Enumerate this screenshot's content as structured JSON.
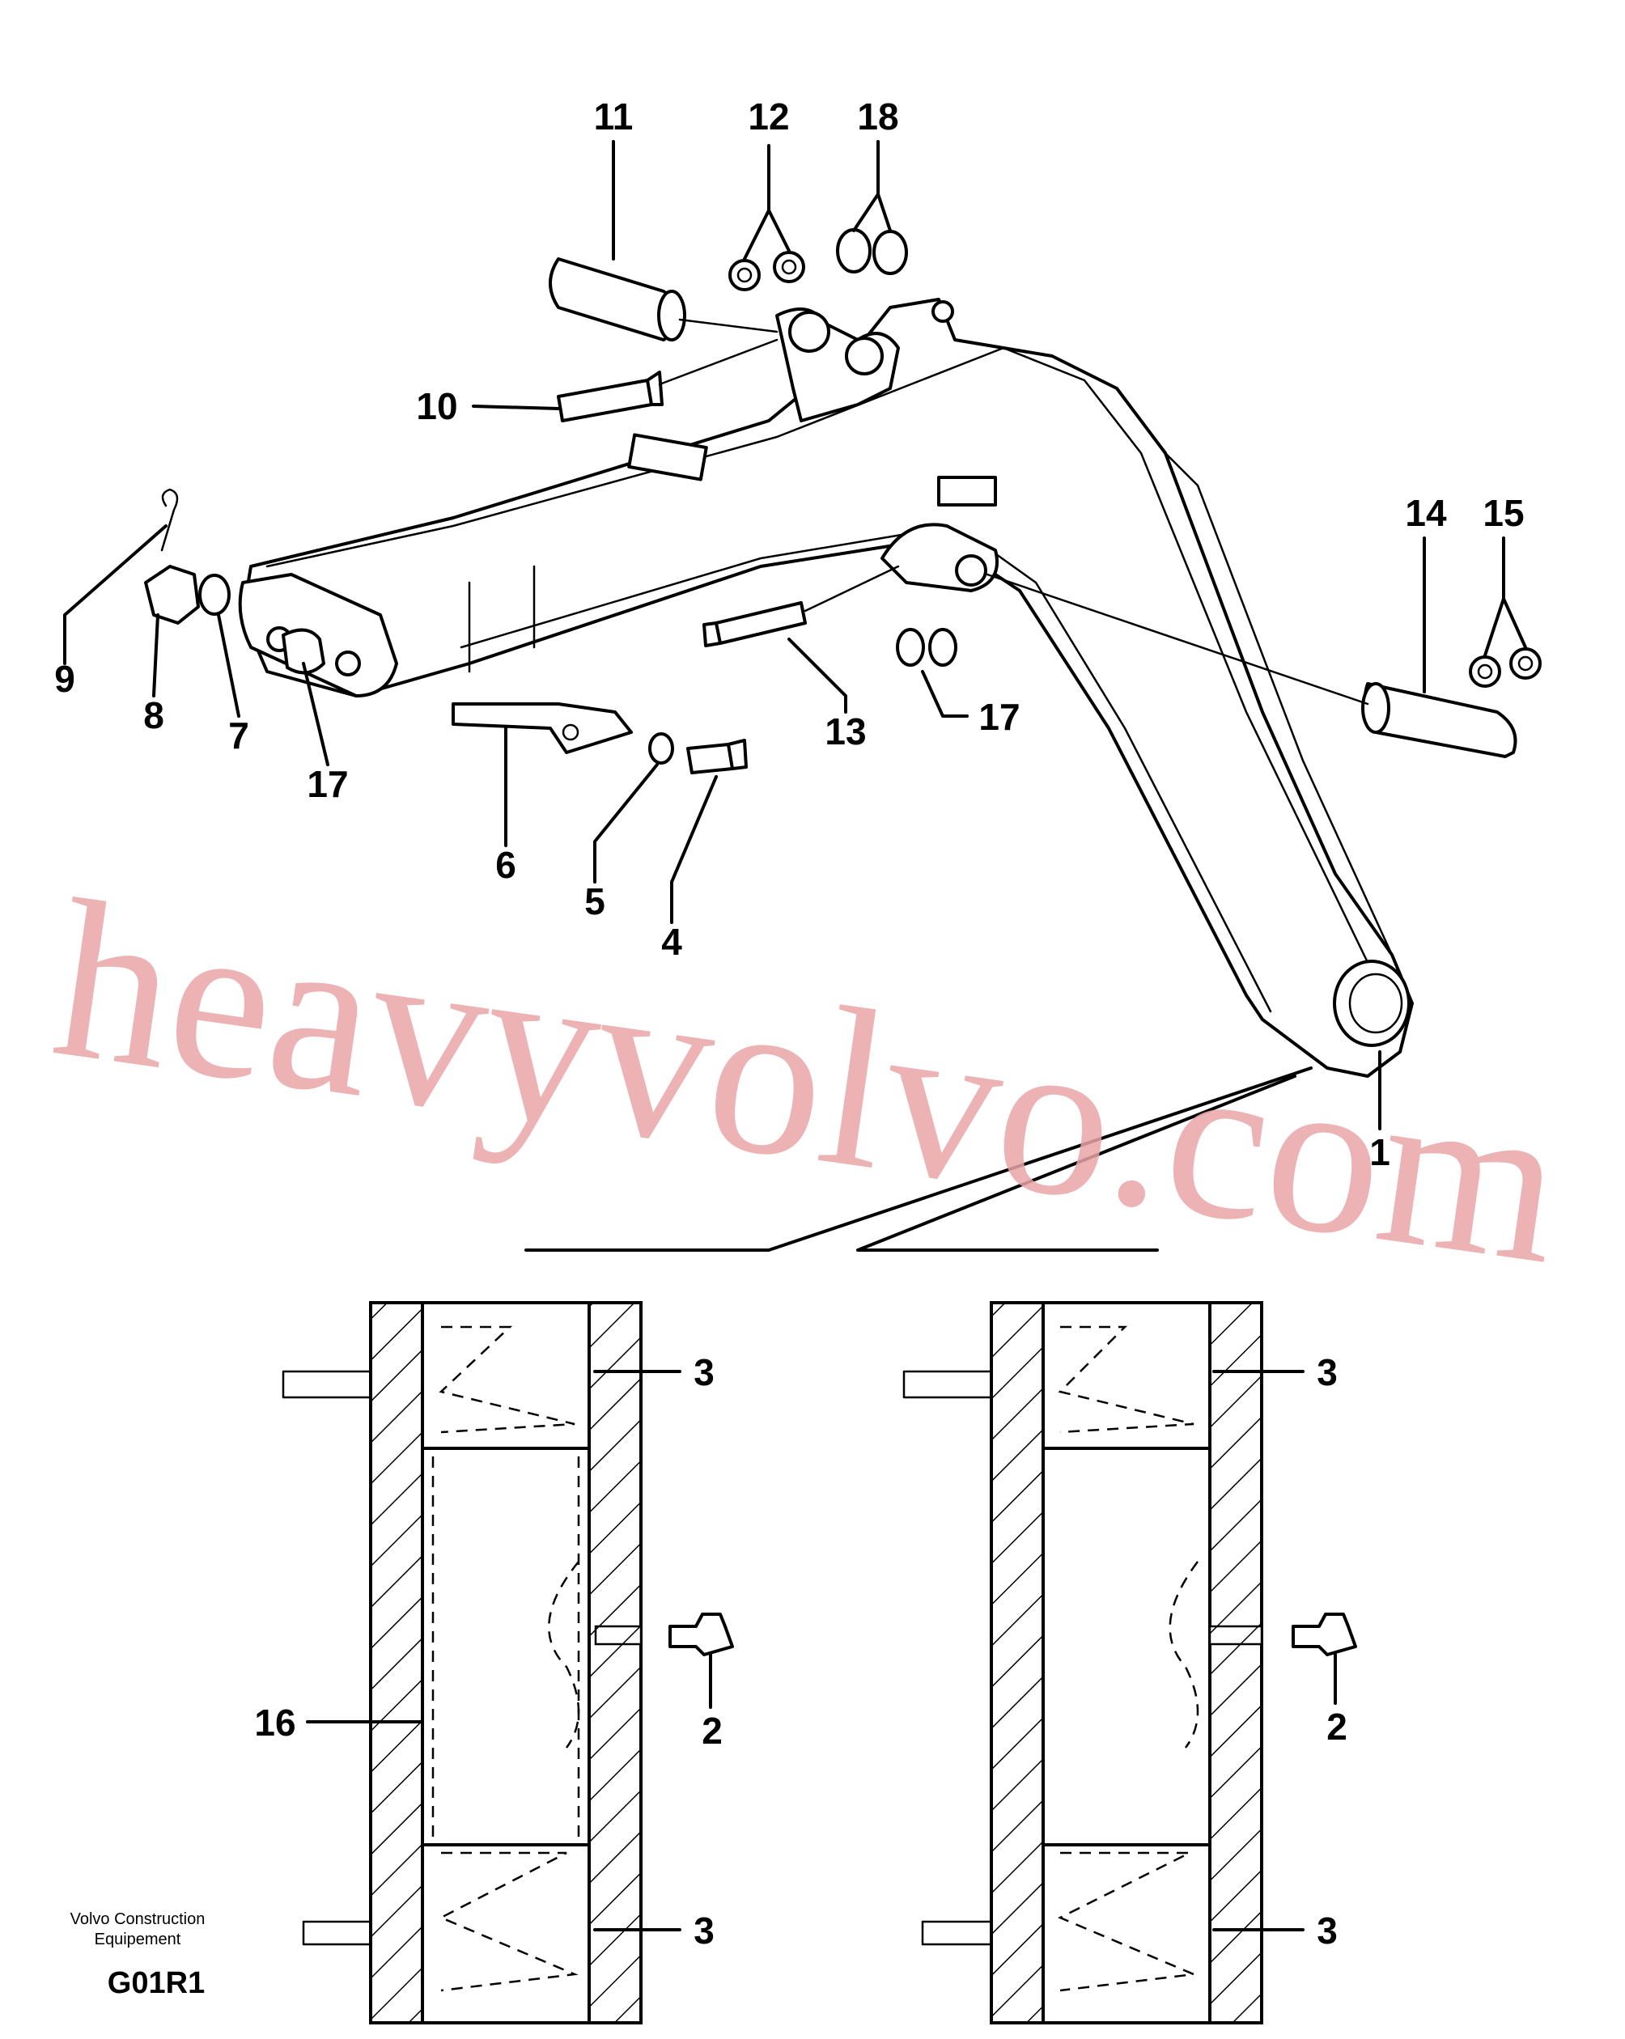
{
  "diagram": {
    "callouts": {
      "c1": "1",
      "c2_left": "2",
      "c2_right": "2",
      "c3_left_top": "3",
      "c3_left_bottom": "3",
      "c3_right_top": "3",
      "c3_right_bottom": "3",
      "c4": "4",
      "c5": "5",
      "c6": "6",
      "c7": "7",
      "c8": "8",
      "c9": "9",
      "c10": "10",
      "c11": "11",
      "c12": "12",
      "c13": "13",
      "c14": "14",
      "c15": "15",
      "c16": "16",
      "c17_left": "17",
      "c17_right": "17",
      "c18": "18"
    },
    "watermark": "heavyvolvo.com",
    "caption_line1": "Volvo Construction",
    "caption_line2": "Equipement",
    "code": "G01R1"
  }
}
